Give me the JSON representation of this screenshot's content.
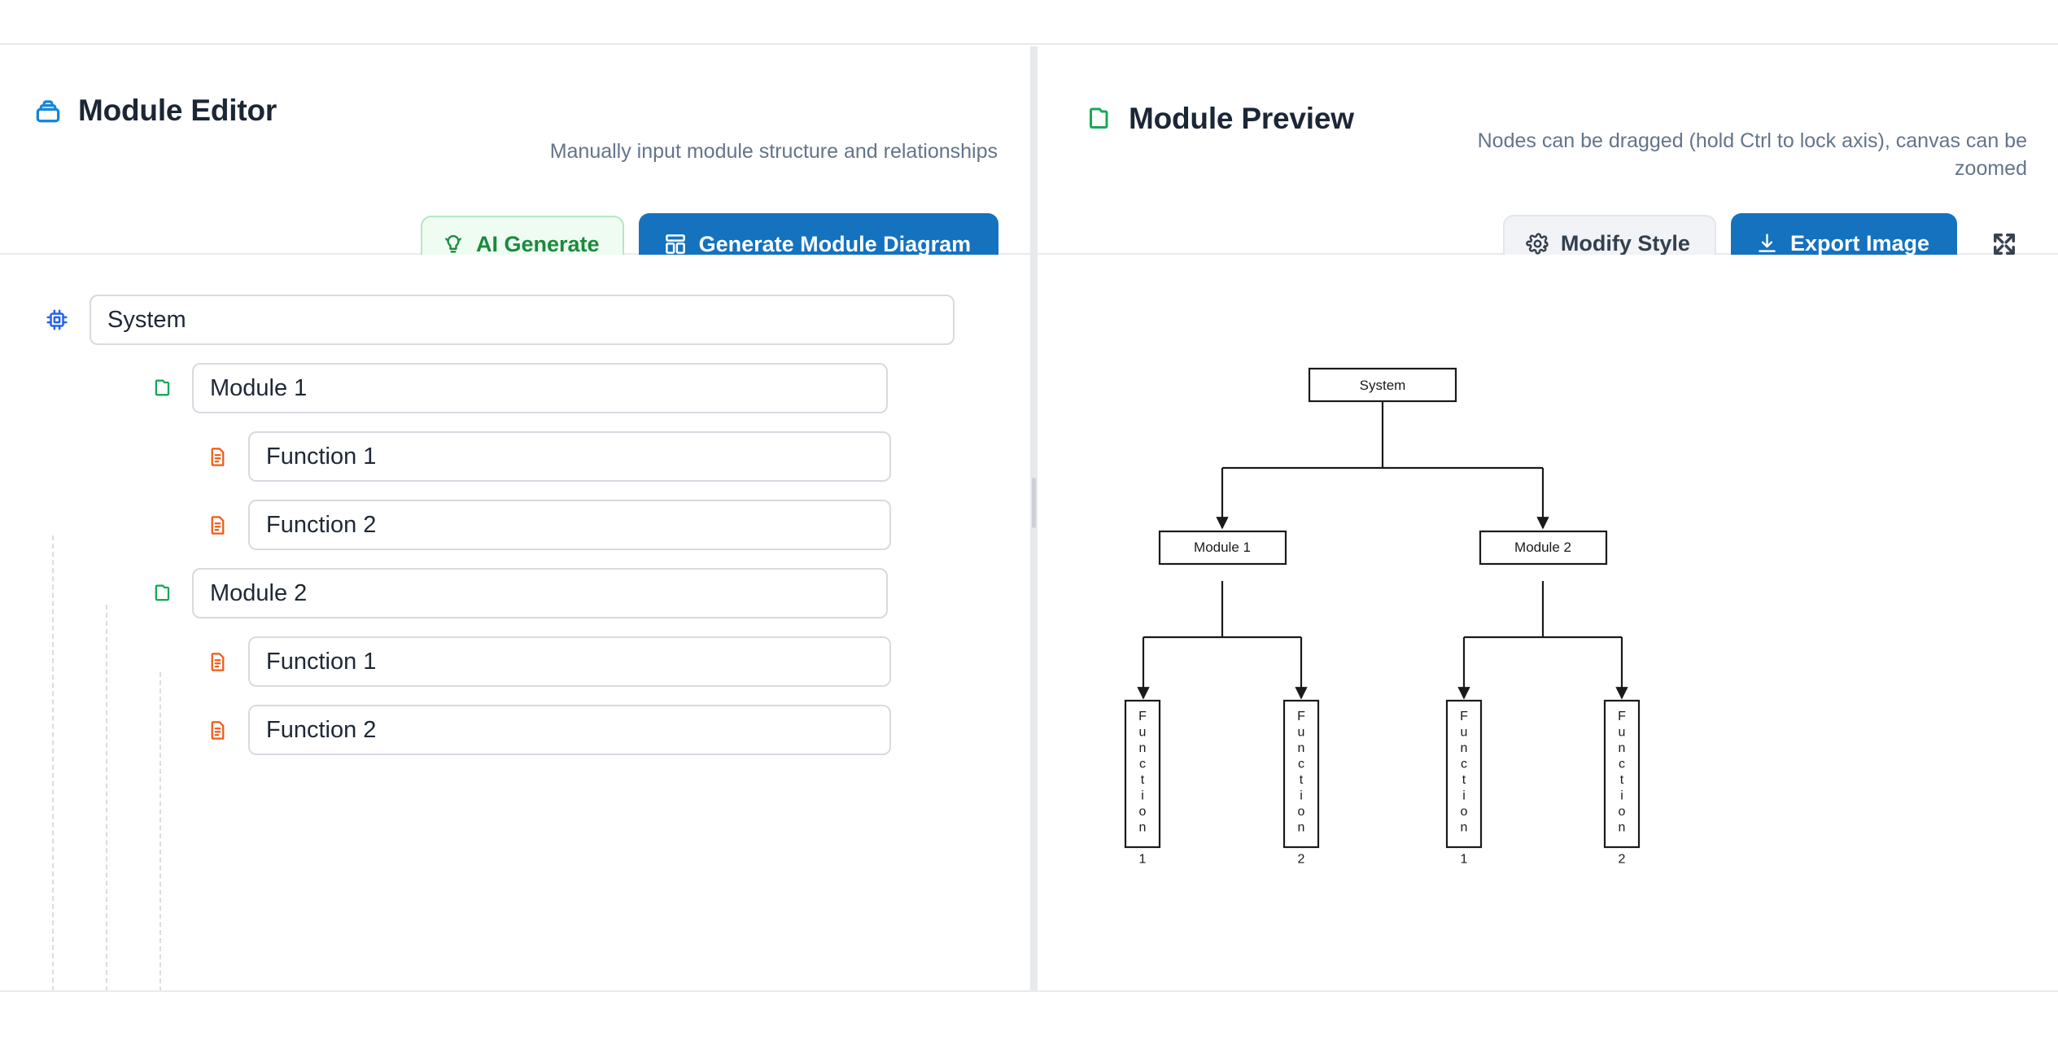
{
  "editor": {
    "title": "Module Editor",
    "icon": "package-icon",
    "subtitle": "Manually input module structure and relationships",
    "buttons": {
      "ai_generate": "AI Generate",
      "ai_generate_icon": "lightbulb-icon",
      "generate_diagram": "Generate Module Diagram",
      "generate_diagram_icon": "layout-diagram-icon"
    },
    "tree": [
      {
        "label": "System",
        "depth": 0,
        "icon": "cpu-chip-icon",
        "icon_color": "#2563eb"
      },
      {
        "label": "Module 1",
        "depth": 1,
        "icon": "folder-icon",
        "icon_color": "#18a957"
      },
      {
        "label": "Function 1",
        "depth": 2,
        "icon": "document-icon",
        "icon_color": "#f05a14"
      },
      {
        "label": "Function 2",
        "depth": 2,
        "icon": "document-icon",
        "icon_color": "#f05a14"
      },
      {
        "label": "Module 2",
        "depth": 1,
        "icon": "folder-icon",
        "icon_color": "#18a957"
      },
      {
        "label": "Function 1",
        "depth": 2,
        "icon": "document-icon",
        "icon_color": "#f05a14"
      },
      {
        "label": "Function 2",
        "depth": 2,
        "icon": "document-icon",
        "icon_color": "#f05a14"
      }
    ]
  },
  "preview": {
    "title": "Module Preview",
    "icon": "folder-outline-icon",
    "subtitle": "Nodes can be dragged (hold Ctrl to lock axis), canvas can be zoomed",
    "buttons": {
      "modify_style": "Modify Style",
      "modify_style_icon": "gear-icon",
      "export_image": "Export Image",
      "export_image_icon": "download-icon",
      "fullscreen_icon": "expand-arrows-icon"
    },
    "diagram": {
      "nodes": {
        "system": "System",
        "module1": "Module 1",
        "module2": "Module 2",
        "fn1a": "Function 1",
        "fn1b": "Function 2",
        "fn2a": "Function 1",
        "fn2b": "Function 2"
      },
      "edges": [
        "System -> Module 1",
        "System -> Module 2",
        "Module 1 -> Function 1",
        "Module 1 -> Function 2",
        "Module 2 -> Function 1",
        "Module 2 -> Function 2"
      ],
      "node_fill": "#ffffff",
      "node_stroke": "#1a1a1a",
      "edge_color": "#1a1a1a"
    }
  },
  "colors": {
    "primary": "#1472bf",
    "accent_green": "#1a8b3c",
    "accent_green_bg": "#effcf2",
    "border": "#e8eaed",
    "text": "#1b2636",
    "muted": "#64748b"
  }
}
